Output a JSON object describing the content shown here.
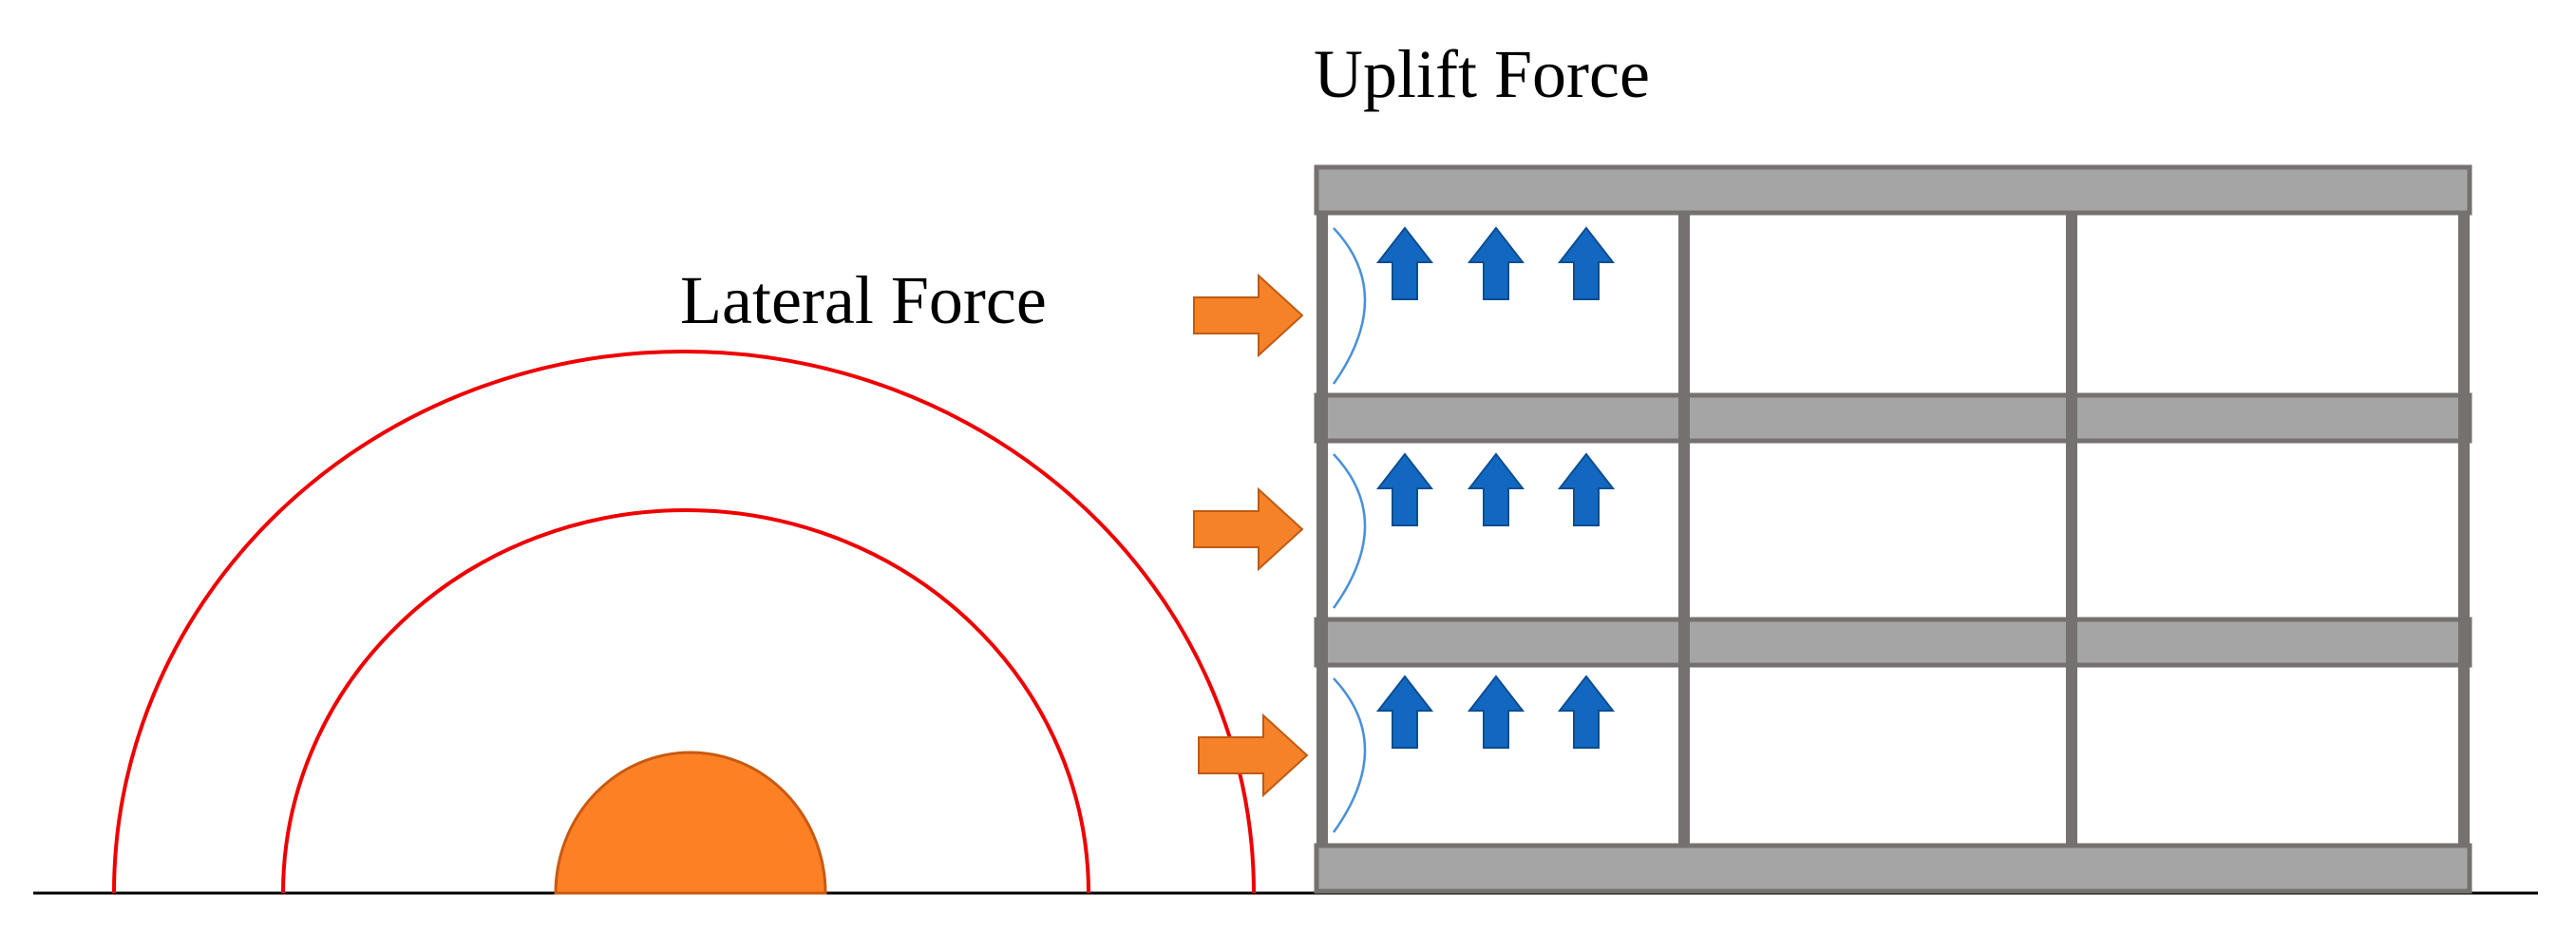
{
  "labels": {
    "uplift_force": "Uplift Force",
    "lateral_force": "Lateral Force"
  },
  "colors": {
    "background": "#ffffff",
    "ground_line": "#000000",
    "wave": "#ee0000",
    "source": "#fd8024",
    "lateral_arrow": "#f58229",
    "uplift_arrow": "#1268c0",
    "slab": "#a5a5a5",
    "frame": "#767171",
    "pressure_curve": "#4a90d9"
  },
  "building": {
    "floors": 3,
    "bays": 3
  },
  "forces": {
    "uplift_arrows_per_floor": 3,
    "lateral_arrows": 3
  },
  "icons": {
    "lateral": "right-arrow-icon",
    "uplift": "up-arrow-icon"
  },
  "waves": {
    "count": 2
  }
}
